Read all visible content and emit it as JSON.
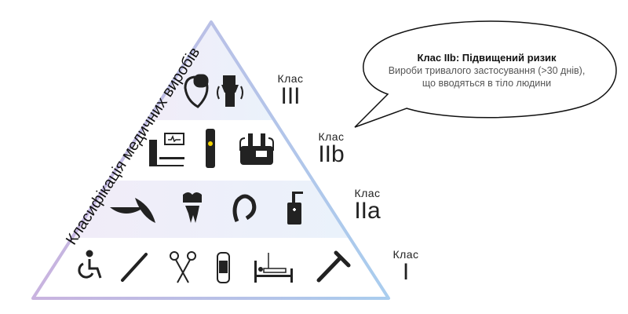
{
  "title": "Класифікація медичних виробів",
  "colors": {
    "edge_left": "#c9b3df",
    "edge_right": "#a9cdee",
    "fill": "#eef0fa",
    "divider": "#c8c2e8"
  },
  "levels": [
    {
      "class_label": "Клас",
      "class_num": "III",
      "icons": [
        "heart-pacemaker-icon",
        "knee-implant-icon"
      ]
    },
    {
      "class_label": "Клас",
      "class_num": "IIb",
      "icons": [
        "xray-machine-icon",
        "implant-device-icon",
        "infusion-pump-icon"
      ]
    },
    {
      "class_label": "Клас",
      "class_num": "IIa",
      "icons": [
        "contact-lens-icon",
        "dental-crown-icon",
        "hearing-aid-icon",
        "sanitizer-bottle-icon"
      ]
    },
    {
      "class_label": "Клас",
      "class_num": "I",
      "icons": [
        "wheelchair-icon",
        "thermometer-icon",
        "scissors-icon",
        "bandage-icon",
        "hospital-bed-icon",
        "crutch-icon"
      ]
    }
  ],
  "bubble": {
    "heading": "Клас IIb: Підвищений ризик",
    "line1": "Вироби тривалого застосування (>30 днів),",
    "line2": "що вводяться в тіло людини"
  }
}
